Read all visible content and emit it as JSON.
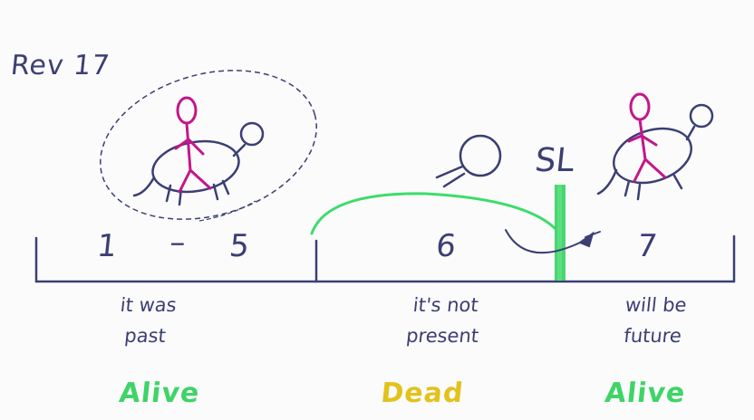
{
  "title": "Rev 17",
  "timeline": {
    "range_start": "1",
    "range_dash": "–",
    "range_end": "5",
    "middle": "6",
    "right": "7",
    "marker_label": "SL"
  },
  "captions": {
    "past_line1": "it was",
    "past_line2": "past",
    "present_line1": "it's not",
    "present_line2": "present",
    "future_line1": "will be",
    "future_line2": "future"
  },
  "status": {
    "left": "Alive",
    "middle": "Dead",
    "right": "Alive"
  },
  "colors": {
    "ink": "#3b3f73",
    "rider": "#c4168a",
    "arc": "#3ddc6a",
    "divider": "#2ecc59",
    "alive": "#3fd467",
    "dead": "#e2c21c",
    "background": "#fbfbfc"
  },
  "icons": [
    "beast-icon",
    "rider-figure-icon",
    "beast-head-icon",
    "dashed-ellipse",
    "green-arc",
    "curved-arrow-icon"
  ]
}
